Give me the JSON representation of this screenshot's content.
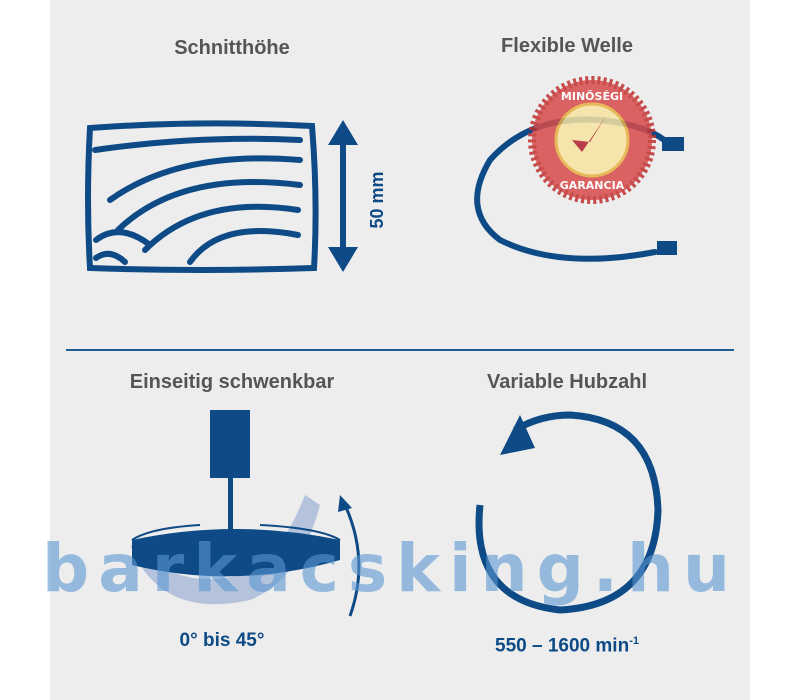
{
  "features": [
    {
      "title": "Schnitthöhe",
      "measure": "50 mm"
    },
    {
      "title": "Flexible Welle"
    },
    {
      "title": "Einseitig schwenkbar",
      "caption": "0° bis 45°"
    },
    {
      "title": "Variable Hubzahl",
      "caption": "550 – 1600 min",
      "caption_sup": "-1"
    }
  ],
  "badge": {
    "top_text": "MINŐSÉGI",
    "bottom_text": "GARANCIA"
  },
  "watermark": "barkacsking.hu",
  "colors": {
    "brand_blue": "#0d4a86",
    "panel": "#ededed",
    "badge_red": "#e05555"
  }
}
